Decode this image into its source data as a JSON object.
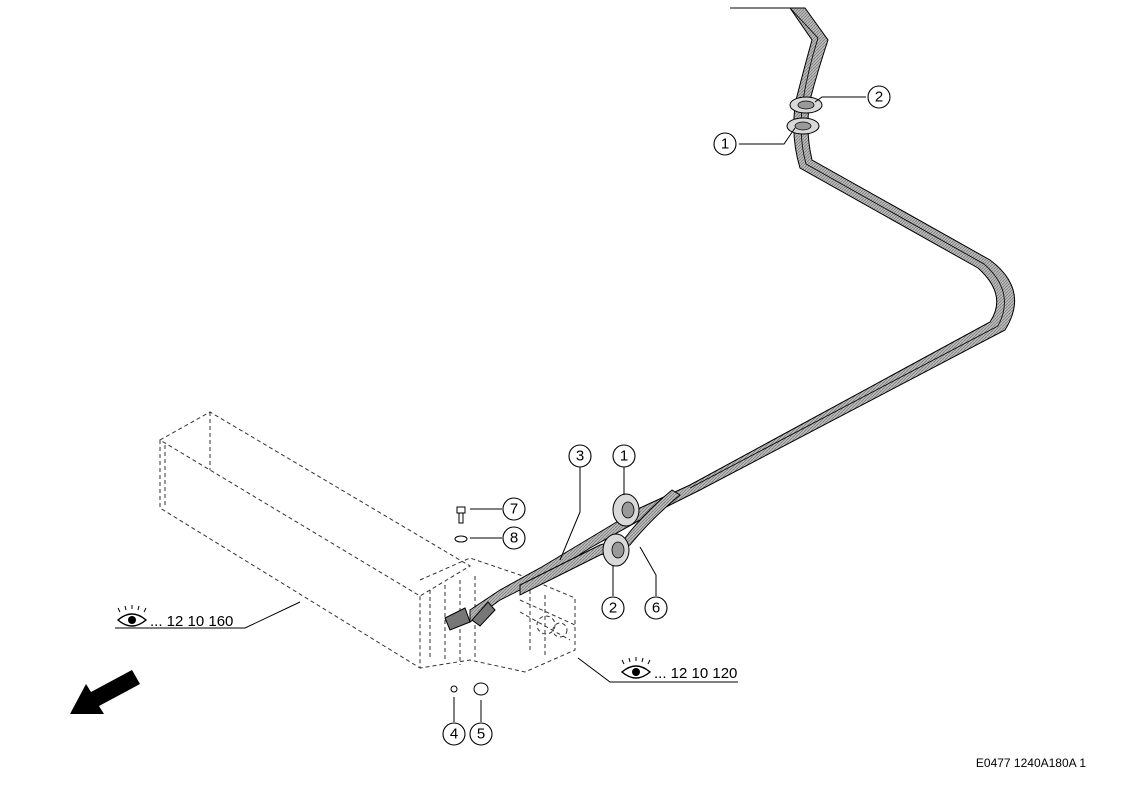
{
  "diagram": {
    "drawing_code": "E0477 1240A180A 1",
    "callouts": [
      {
        "id": "callout-1-top",
        "label": "1"
      },
      {
        "id": "callout-2-top",
        "label": "2"
      },
      {
        "id": "callout-3",
        "label": "3"
      },
      {
        "id": "callout-1-lower",
        "label": "1"
      },
      {
        "id": "callout-7",
        "label": "7"
      },
      {
        "id": "callout-8",
        "label": "8"
      },
      {
        "id": "callout-2-lower",
        "label": "2"
      },
      {
        "id": "callout-6",
        "label": "6"
      },
      {
        "id": "callout-4",
        "label": "4"
      },
      {
        "id": "callout-5",
        "label": "5"
      }
    ],
    "references": [
      {
        "id": "ref-left",
        "text": "... 12 10 160",
        "icon": "eye-icon"
      },
      {
        "id": "ref-right",
        "text": "... 12 10 120",
        "icon": "eye-icon"
      }
    ],
    "direction_arrow": "front-arrow-icon",
    "colors": {
      "hose": "#9a9a9a",
      "line": "#000000",
      "background": "#ffffff"
    }
  }
}
